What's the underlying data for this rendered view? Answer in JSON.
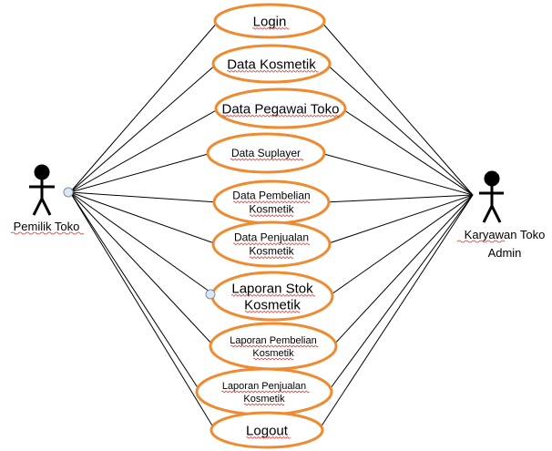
{
  "actors": {
    "left": {
      "name": "Pemilik Toko"
    },
    "right": {
      "name": "Karyawan Toko",
      "role": "Admin"
    }
  },
  "use_cases": [
    {
      "id": "login",
      "lines": [
        "Login"
      ]
    },
    {
      "id": "data-kosmetik",
      "lines": [
        "Data Kosmetik"
      ]
    },
    {
      "id": "data-pegawai-toko",
      "lines": [
        "Data Pegawai Toko"
      ]
    },
    {
      "id": "data-suplayer",
      "lines": [
        "Data Suplayer"
      ]
    },
    {
      "id": "data-pembelian-kosmetik",
      "lines": [
        "Data Pembelian",
        "Kosmetik"
      ]
    },
    {
      "id": "data-penjualan-kosmetik",
      "lines": [
        "Data Penjualan",
        "Kosmetik"
      ]
    },
    {
      "id": "laporan-stok-kosmetik",
      "lines": [
        "Laporan Stok",
        "Kosmetik"
      ]
    },
    {
      "id": "laporan-pembelian-kosmetik",
      "lines": [
        "Laporan Pembelian",
        "Kosmetik"
      ]
    },
    {
      "id": "laporan-penjualan-kosmetik",
      "lines": [
        "Laporan Penjualan",
        "Kosmetik"
      ]
    },
    {
      "id": "logout",
      "lines": [
        "Logout"
      ]
    }
  ],
  "colors": {
    "ellipse_stroke": "#f08a30",
    "line": "#000000",
    "connector_fill": "#dbe7f3",
    "connector_stroke": "#7a8fa6",
    "spell_underline": "#d62f2f"
  }
}
